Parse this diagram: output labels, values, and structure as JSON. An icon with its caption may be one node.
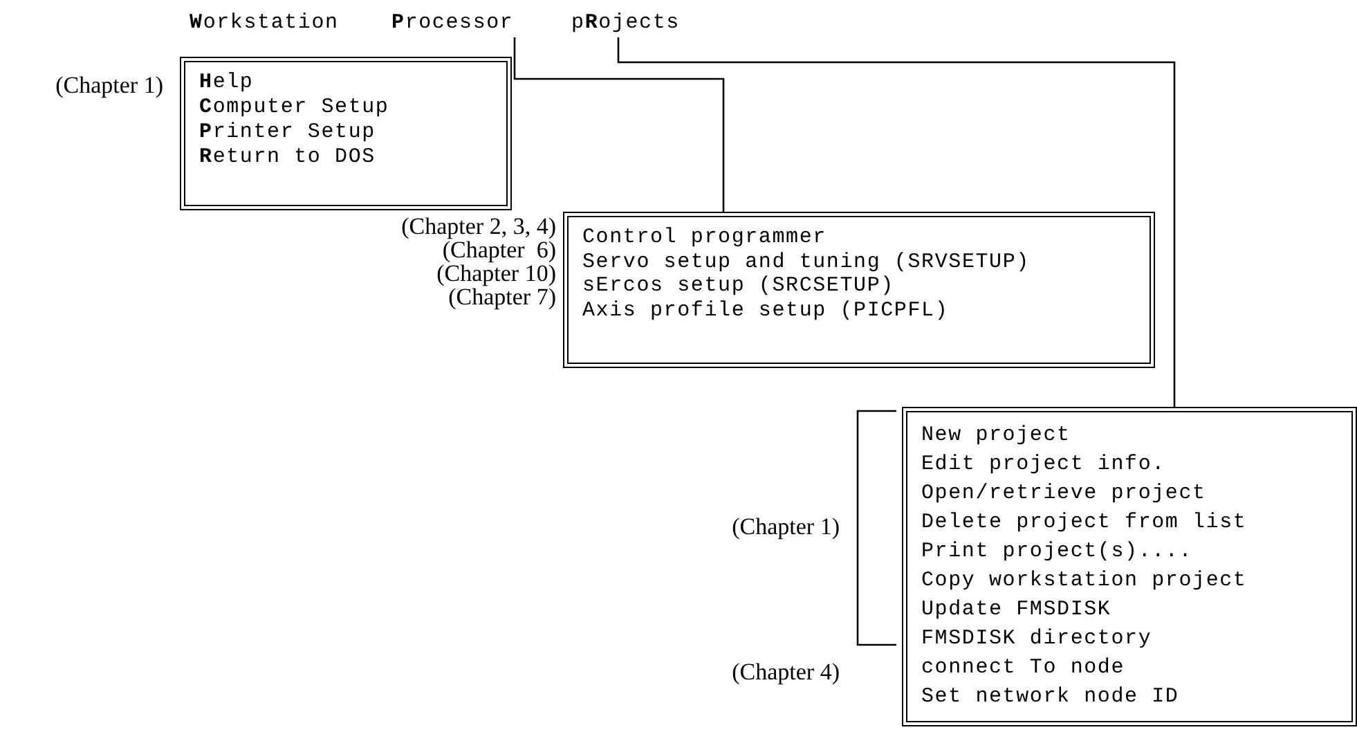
{
  "diagram": {
    "nodes": [
      {
        "text": [
          "**W**orkstation"
        ]
      },
      {
        "text": [
          "**P**rocessor"
        ]
      },
      {
        "text": [
          "p**R**ojects"
        ]
      },
      {
        "text": [
          "**H**elp",
          "**C**omputer Setup",
          "**P**rinter Setup",
          "**R**eturn to DOS"
        ],
        "beside": [
          "(Chapter 1)"
        ]
      },
      {
        "text": [
          "Control programmer",
          "Servo setup and tuning (SRVSETUP)",
          "sErcos setup (SRCSETUP)",
          "Axis profile setup (PICPFL)"
        ]
      },
      {
        "text": [
          "New project",
          "Edit project info.",
          "Open/retrieve project",
          "Delete project from list",
          "Print project(s)....",
          "Copy workstation project",
          "Update FMSDISK",
          "FMSDISK directory",
          "connect To node",
          "Set network node ID"
        ]
      }
    ],
    "edges": [
      {
        "from": 1,
        "to": 4,
        "arrow": "none"
      },
      {
        "from": 2,
        "to": 5,
        "arrow": "none"
      }
    ],
    "labels": [
      "(Chapter 2, 3, 4)",
      "(Chapter  6)",
      "(Chapter 10)",
      "(Chapter 7)",
      "(Chapter 1)",
      "(Chapter 4)"
    ]
  }
}
